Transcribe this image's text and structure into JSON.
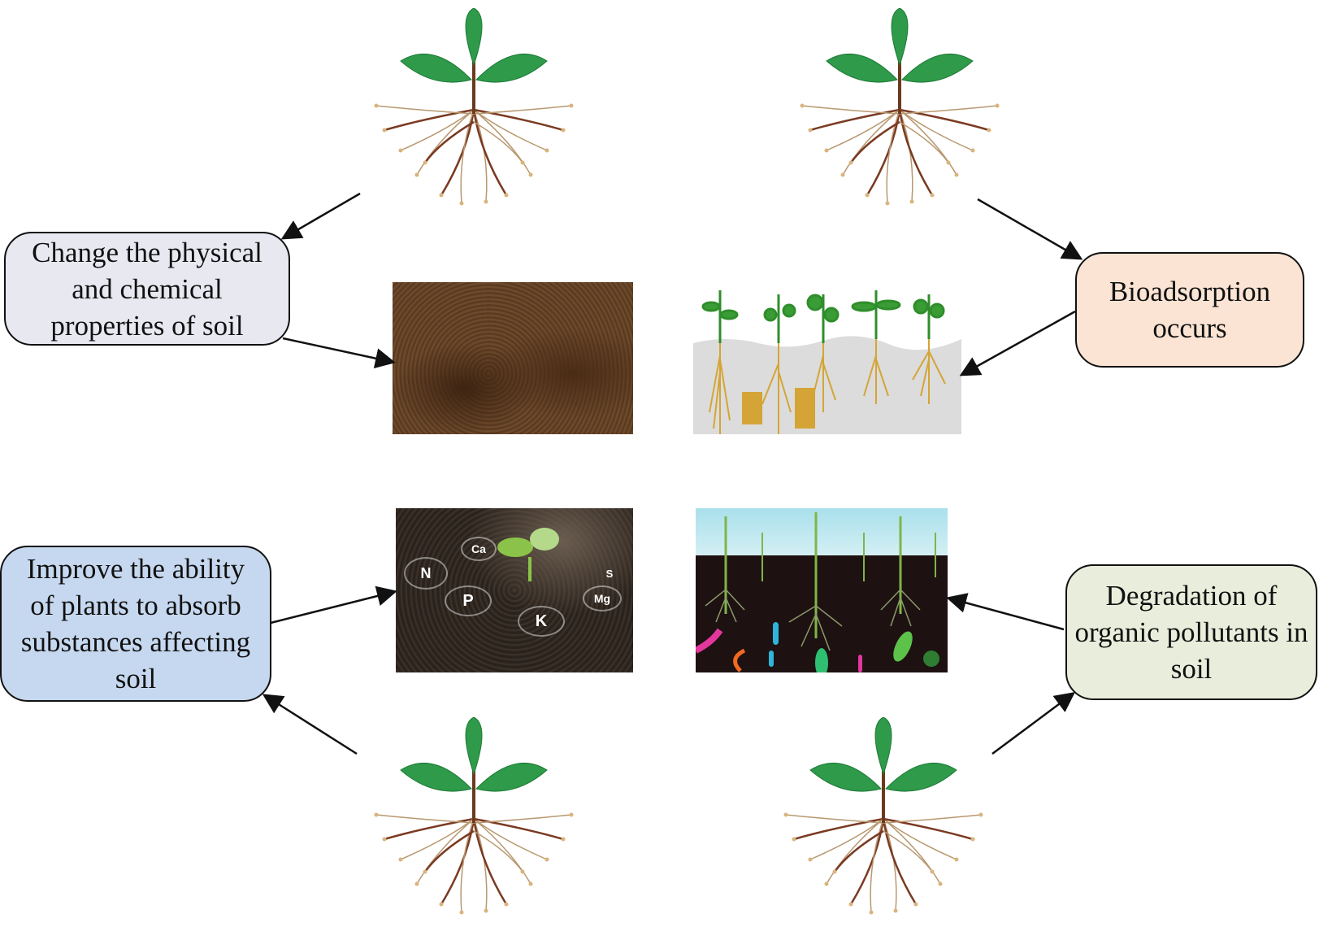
{
  "boxes": {
    "change_soil": {
      "text": "Change the physical and chemical properties of soil",
      "color": "#e8e8f1"
    },
    "bioadsorption": {
      "text": "Bioadsorption occurs",
      "color": "#fbe4d4"
    },
    "improve_absorb": {
      "text": "Improve the ability of plants to absorb substances affecting soil",
      "color": "#c6d8ef"
    },
    "degradation": {
      "text": "Degradation of organic pollutants in soil",
      "color": "#e9eedc"
    }
  },
  "nutrient_labels": [
    "N",
    "Ca",
    "P",
    "K",
    "Mg",
    "S"
  ],
  "icons": [
    "plant-with-roots-icon",
    "soil-photo",
    "bioadsorption-illustration",
    "nutrient-soil-photo",
    "microbe-soil-illustration"
  ]
}
